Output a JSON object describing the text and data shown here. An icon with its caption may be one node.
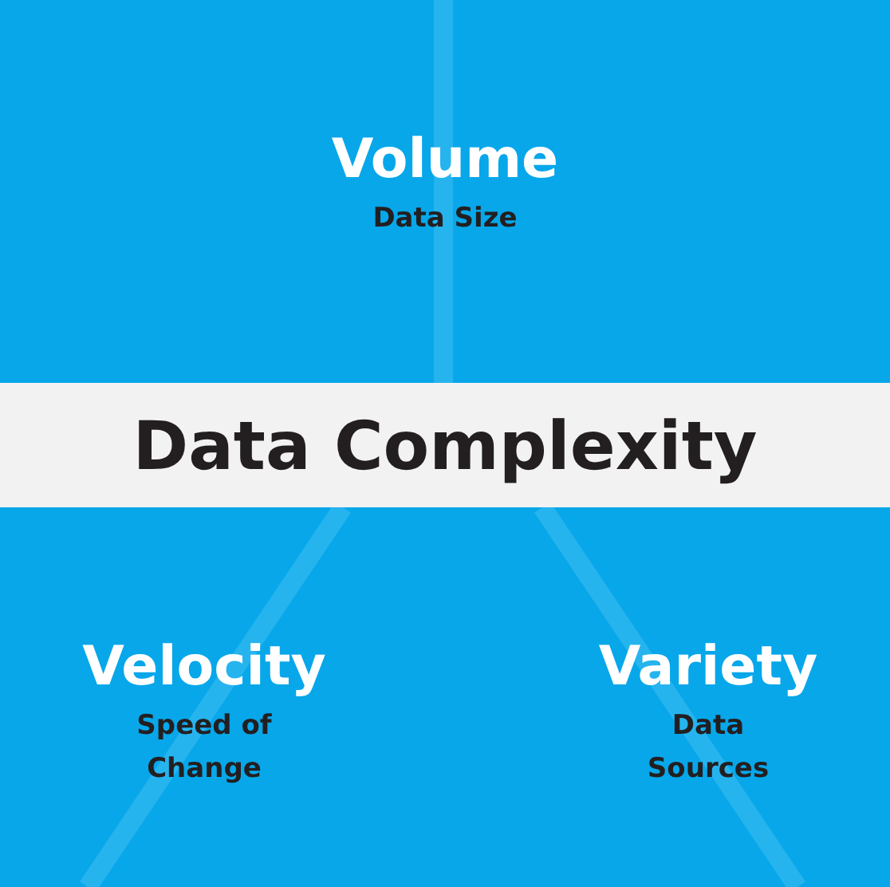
{
  "diagram": {
    "nodes": [
      {
        "text": [
          "Volume",
          "Data Size"
        ]
      },
      {
        "text": [
          "Data Complexity"
        ]
      },
      {
        "text": [
          "Velocity",
          "Speed of Change"
        ]
      },
      {
        "text": [
          "Variety",
          "Data Sources"
        ]
      }
    ]
  }
}
